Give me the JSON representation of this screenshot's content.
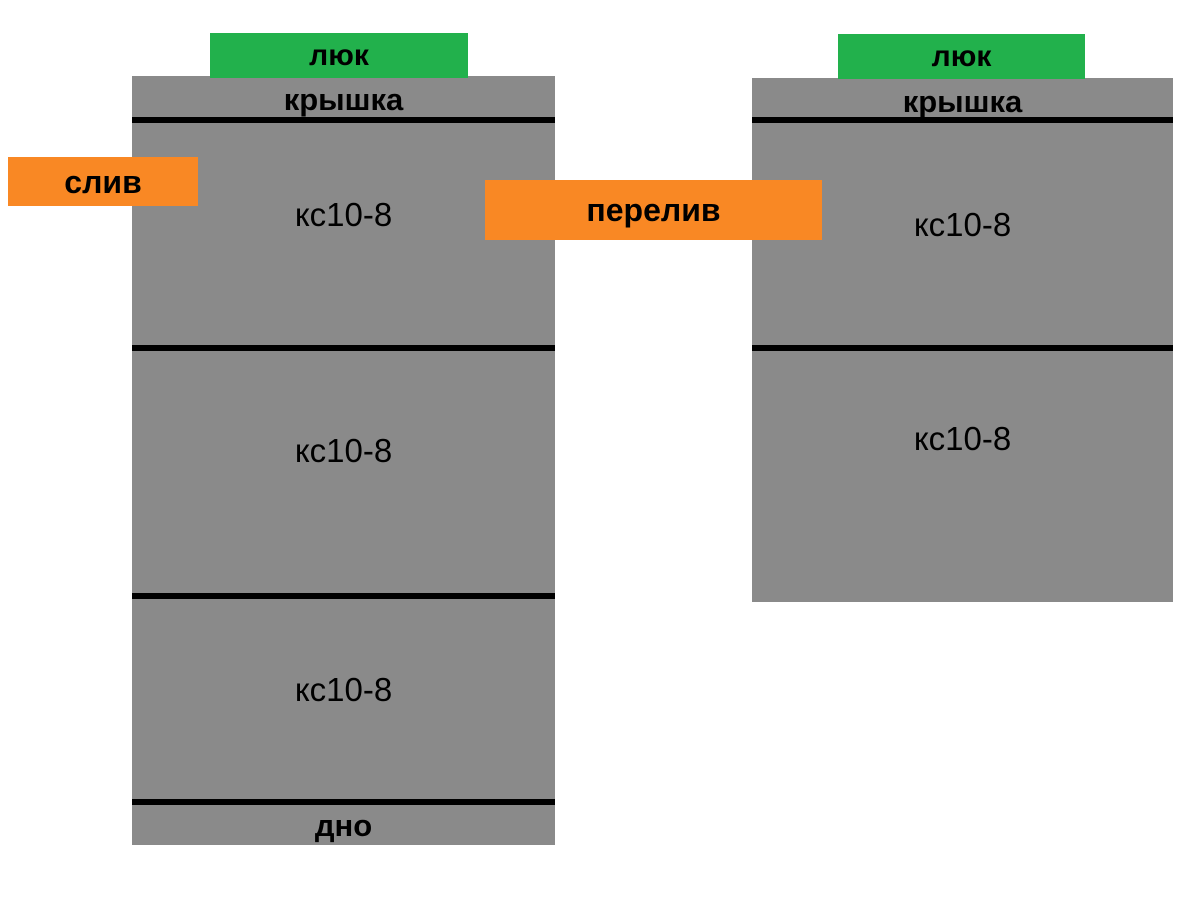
{
  "diagram": {
    "title_text_colors": {
      "tank_gray": "#8a8a8a",
      "hatch_green": "#22b14c",
      "pipe_orange": "#f98824",
      "seam_black": "#000000",
      "background_white": "#ffffff"
    },
    "left_tank": {
      "hatch_label": "люк",
      "lid_label": "крышка",
      "rings": [
        {
          "label": "кс10-8"
        },
        {
          "label": "кс10-8"
        },
        {
          "label": "кс10-8"
        }
      ],
      "bottom_label": "дно",
      "drain_label": "слив"
    },
    "right_tank": {
      "hatch_label": "люк",
      "lid_label": "крышка",
      "rings": [
        {
          "label": "кс10-8"
        },
        {
          "label": "кс10-8"
        }
      ]
    },
    "connection": {
      "overflow_label": "перелив"
    }
  }
}
